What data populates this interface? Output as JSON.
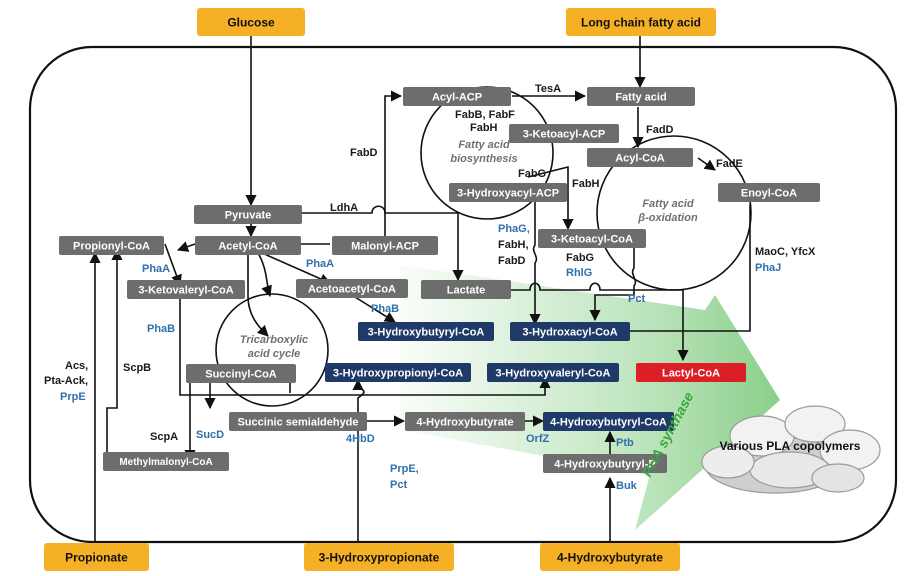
{
  "colors": {
    "source": "#f6b026",
    "intermediate": "#6d6d6d",
    "product": "#1f3a68",
    "lactyl": "#dc1f26",
    "cell_border": "#111111",
    "enzyme_blue": "#2e6fac",
    "enzyme_black": "#1a1a1a",
    "pha_arrow": "#8fd28f",
    "pha_synthase_text": "#3fa63f"
  },
  "nodes": {
    "glucose": "Glucose",
    "lcfa": "Long chain fatty acid",
    "propionate": "Propionate",
    "hp3": "3-Hydroxypropionate",
    "hb4_source": "4-Hydroxybutyrate",
    "acyl_acp": "Acyl-ACP",
    "fatty_acid": "Fatty acid",
    "ketoacyl_acp": "3-Ketoacyl-ACP",
    "acyl_coa": "Acyl-CoA",
    "hydroxyacyl_acp": "3-Hydroxyacyl-ACP",
    "enoyl_coa": "Enoyl-CoA",
    "pyruvate": "Pyruvate",
    "propionyl_coa": "Propionyl-CoA",
    "acetyl_coa": "Acetyl-CoA",
    "malonyl_acp": "Malonyl-ACP",
    "ketoacyl_coa": "3-Ketoacyl-CoA",
    "ketovaleryl_coa": "3-Ketovaleryl-CoA",
    "acetoacetyl_coa": "Acetoacetyl-CoA",
    "lactate": "Lactate",
    "succinyl_coa": "Succinyl-CoA",
    "succinic_semialdehyde": "Succinic semialdehyde",
    "hb4_int": "4-Hydroxybutyrate",
    "methylmalonyl_coa": "Methylmalonyl-CoA",
    "hb4p": "4-Hydroxybutyryl-P",
    "hbcoa3": "3-Hydroxybutyryl-CoA",
    "hacoa3": "3-Hydroxacyl-CoA",
    "hpcoa3": "3-Hydroxypropionyl-CoA",
    "hvcoa3": "3-Hydroxyvaleryl-CoA",
    "lactyl_coa": "Lactyl-CoA",
    "hbcoa4": "4-Hydroxybutyryl-CoA"
  },
  "enzymes": {
    "tesa": "TesA",
    "fabbf": "FabB, FabF",
    "fabh1": "FabH",
    "fabd1": "FabD",
    "fabg1": "FabG",
    "fadd": "FadD",
    "fade": "FadE",
    "fabh2": "FabH",
    "ldha": "LdhA",
    "phag": "PhaG,",
    "fabh3": "FabH,",
    "fabd2": "FabD",
    "fabg2": "FabG",
    "rhlg": "RhlG",
    "maoc": "MaoC, YfcX",
    "phaj": "PhaJ",
    "phaa1": "PhaA",
    "phaa2": "PhaA",
    "phab1": "PhaB",
    "phab2": "PhaB",
    "pct1": "Pct",
    "acs": "Acs,",
    "pta": "Pta-Ack,",
    "prpe1": "PrpE",
    "scpb": "ScpB",
    "scpa": "ScpA",
    "sucd": "SucD",
    "hbd": "4HbD",
    "orfz": "OrfZ",
    "ptb": "Ptb",
    "buk": "Buk",
    "prpe2": "PrpE,",
    "pct2": "Pct"
  },
  "cycles": {
    "fas_line1": "Fatty acid",
    "fas_line2": "biosynthesis",
    "beta_line1": "Fatty acid",
    "beta_line2": "β-oxidation",
    "tca_line1": "Tricarboxylic",
    "tca_line2": "acid cycle"
  },
  "pha_synthase": "PHA synthase",
  "product_label": "Various PLA copolymers"
}
